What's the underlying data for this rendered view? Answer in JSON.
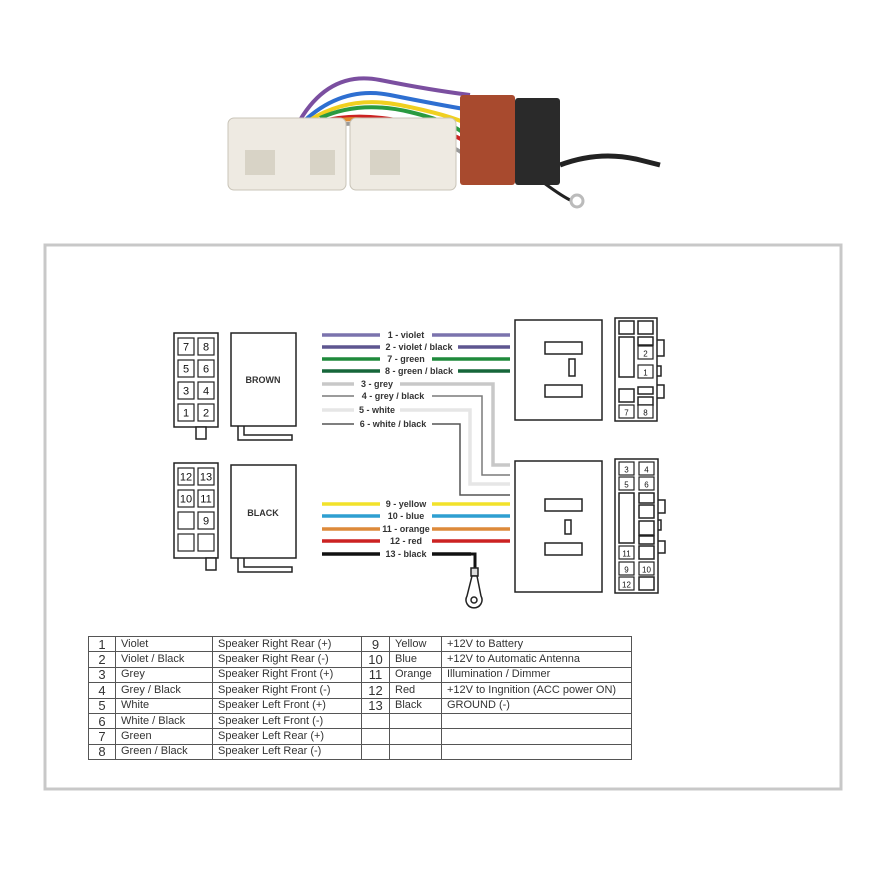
{
  "connectors": {
    "brown_label": "BROWN",
    "black_label": "BLACK"
  },
  "left_pins_top": [
    "7",
    "8",
    "5",
    "6",
    "3",
    "4",
    "1",
    "2"
  ],
  "left_pins_bottom": [
    "12",
    "13",
    "10",
    "11",
    "",
    "9",
    "",
    ""
  ],
  "right_pins_top": [
    "2",
    "1",
    "7",
    "8"
  ],
  "right_pins_bottom": [
    "3",
    "4",
    "5",
    "6",
    "11",
    "9",
    "10",
    "12"
  ],
  "wires": [
    {
      "label": "1 - violet",
      "color": "#7b73ad"
    },
    {
      "label": "2 - violet / black",
      "color": "#5e5690"
    },
    {
      "label": "7 - green",
      "color": "#1f8a3c"
    },
    {
      "label": "8 - green / black",
      "color": "#16663a"
    },
    {
      "label": "3 - grey",
      "color": "#c8c8c8"
    },
    {
      "label": "4 - grey / black",
      "color": "#7a7a7a"
    },
    {
      "label": "5 - white",
      "color": "#e6e6e6"
    },
    {
      "label": "6 - white / black",
      "color": "#555555"
    },
    {
      "label": "9 - yellow",
      "color": "#f2e22a"
    },
    {
      "label": "10 - blue",
      "color": "#2e9fd1"
    },
    {
      "label": "11 - orange",
      "color": "#dd8a3a"
    },
    {
      "label": "12 - red",
      "color": "#cc2222"
    },
    {
      "label": "13 - black",
      "color": "#111111"
    }
  ],
  "table": [
    [
      "1",
      "Violet",
      "Speaker Right Rear (+)",
      "9",
      "Yellow",
      "+12V to Battery"
    ],
    [
      "2",
      "Violet / Black",
      "Speaker Right Rear (-)",
      "10",
      "Blue",
      "+12V to Automatic Antenna"
    ],
    [
      "3",
      "Grey",
      "Speaker Right Front (+)",
      "11",
      "Orange",
      "Illumination / Dimmer"
    ],
    [
      "4",
      "Grey / Black",
      "Speaker Right Front (-)",
      "12",
      "Red",
      "+12V to Ingnition (ACC power ON)"
    ],
    [
      "5",
      "White",
      "Speaker Left Front (+)",
      "13",
      "Black",
      "GROUND (-)"
    ],
    [
      "6",
      "White / Black",
      "Speaker Left Front (-)",
      "",
      "",
      ""
    ],
    [
      "7",
      "Green",
      "Speaker Left Rear (+)",
      "",
      "",
      ""
    ],
    [
      "8",
      "Green / Black",
      "Speaker Left Rear (-)",
      "",
      "",
      ""
    ]
  ]
}
